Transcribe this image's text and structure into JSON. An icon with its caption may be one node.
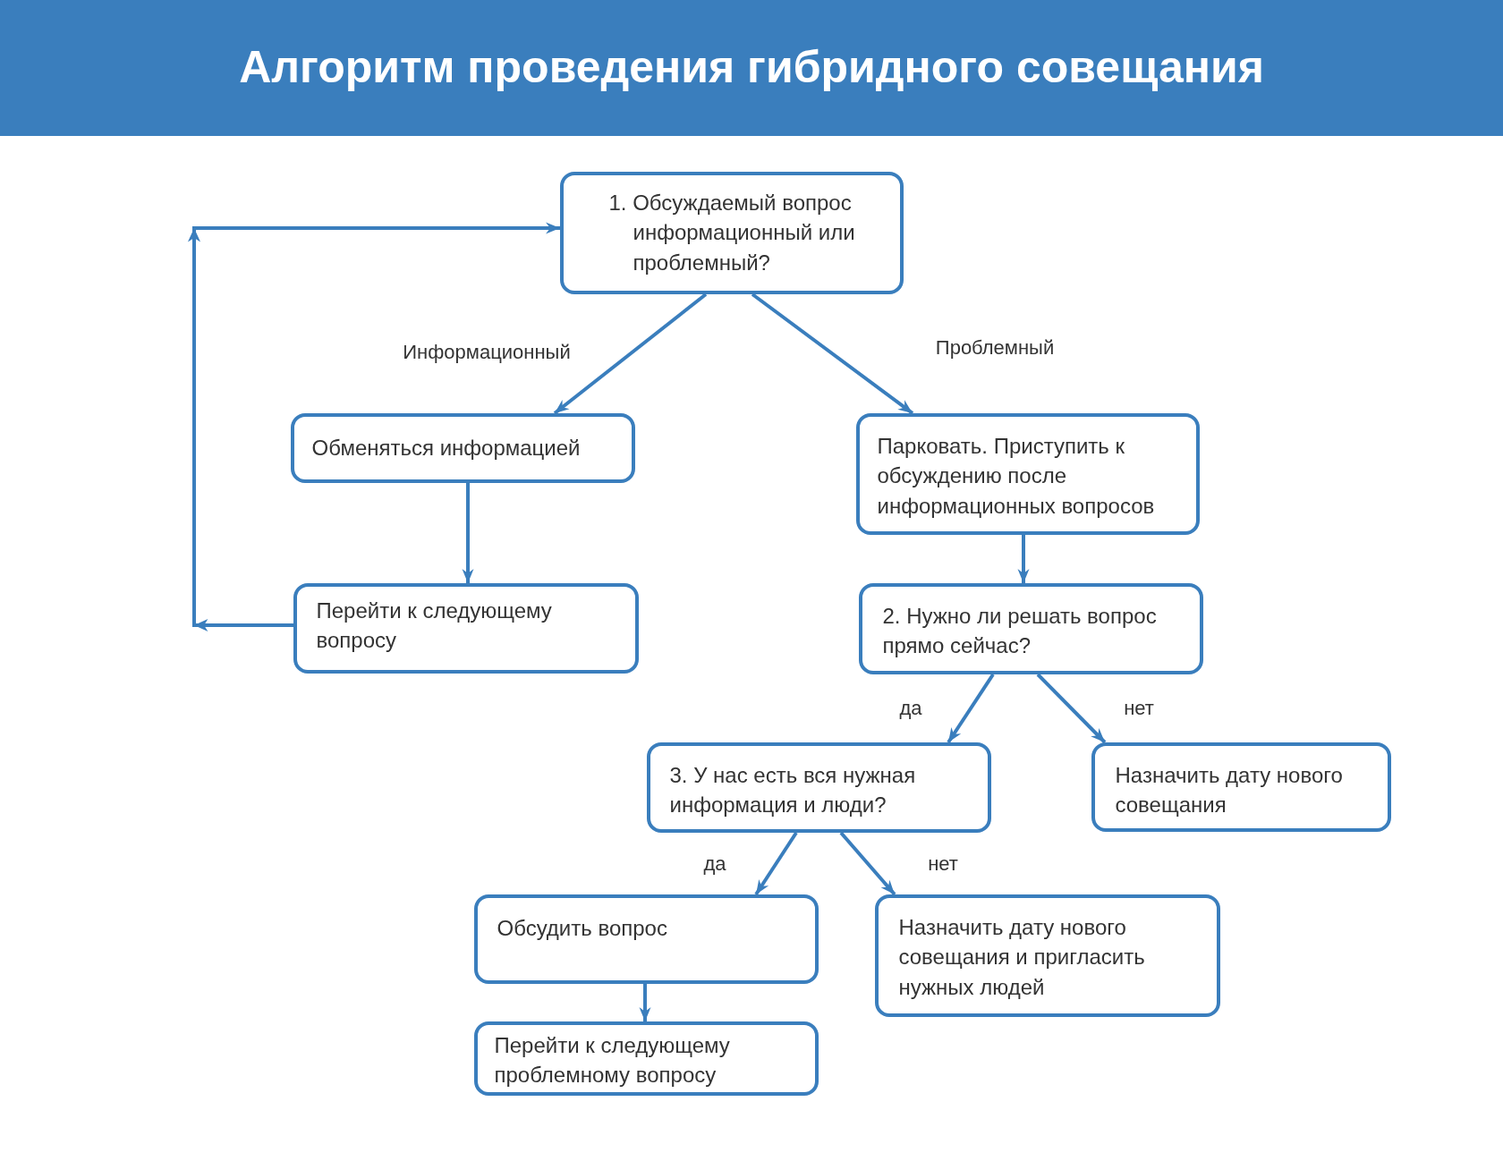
{
  "diagram": {
    "title": "Алгоритм проведения гибридного совещания",
    "nodes": [
      {
        "text": [
          "1. Обсуждаемый вопрос информационный или проблемный?"
        ]
      },
      {
        "text": [
          "Обменяться информацией"
        ]
      },
      {
        "text": [
          "Парковать. Приступить к обсуждению после информационных вопросов"
        ]
      },
      {
        "text": [
          "Перейти к следующему вопросу"
        ]
      },
      {
        "text": [
          "2. Нужно ли решать вопрос прямо сейчас?"
        ]
      },
      {
        "text": [
          "3. У нас есть вся нужная информация и люди?"
        ]
      },
      {
        "text": [
          "Назначить дату нового совещания"
        ]
      },
      {
        "text": [
          "Обсудить вопрос"
        ]
      },
      {
        "text": [
          "Назначить дату нового совещания и пригласить нужных людей"
        ]
      },
      {
        "text": [
          "Перейти к следующему проблемному вопросу"
        ]
      }
    ],
    "edges": [
      {
        "from": 0,
        "to": 1,
        "arrow": "to",
        "label": "Информационный"
      },
      {
        "from": 0,
        "to": 2,
        "arrow": "to",
        "label": "Проблемный"
      },
      {
        "from": 1,
        "to": 3,
        "arrow": "to"
      },
      {
        "from": 3,
        "to": 0,
        "arrow": "to"
      },
      {
        "from": 2,
        "to": 4,
        "arrow": "to"
      },
      {
        "from": 4,
        "to": 5,
        "arrow": "to",
        "label": "да"
      },
      {
        "from": 4,
        "to": 6,
        "arrow": "to",
        "label": "нет"
      },
      {
        "from": 5,
        "to": 7,
        "arrow": "to",
        "label": "да"
      },
      {
        "from": 5,
        "to": 8,
        "arrow": "to",
        "label": "нет"
      },
      {
        "from": 7,
        "to": 9,
        "arrow": "to"
      }
    ]
  }
}
